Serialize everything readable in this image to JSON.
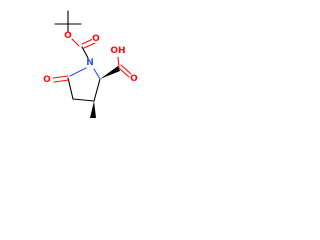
{
  "atoms": {
    "n": {
      "label": "N",
      "color": "#3050f8"
    },
    "o_ring": {
      "label": "O",
      "color": "#ff0d0d"
    },
    "o_boc_ester": {
      "label": "O",
      "color": "#ff0d0d"
    },
    "o_boc_carbonyl": {
      "label": "O",
      "color": "#ff0d0d"
    },
    "o_acid_carbonyl": {
      "label": "O",
      "color": "#ff0d0d"
    },
    "oh_acid": {
      "label": "OH",
      "color": "#ff0d0d"
    }
  },
  "colors": {
    "carbon_bond": "#000000",
    "oxygen": "#ff0d0d",
    "nitrogen": "#3050f8",
    "background": "#ffffff"
  }
}
